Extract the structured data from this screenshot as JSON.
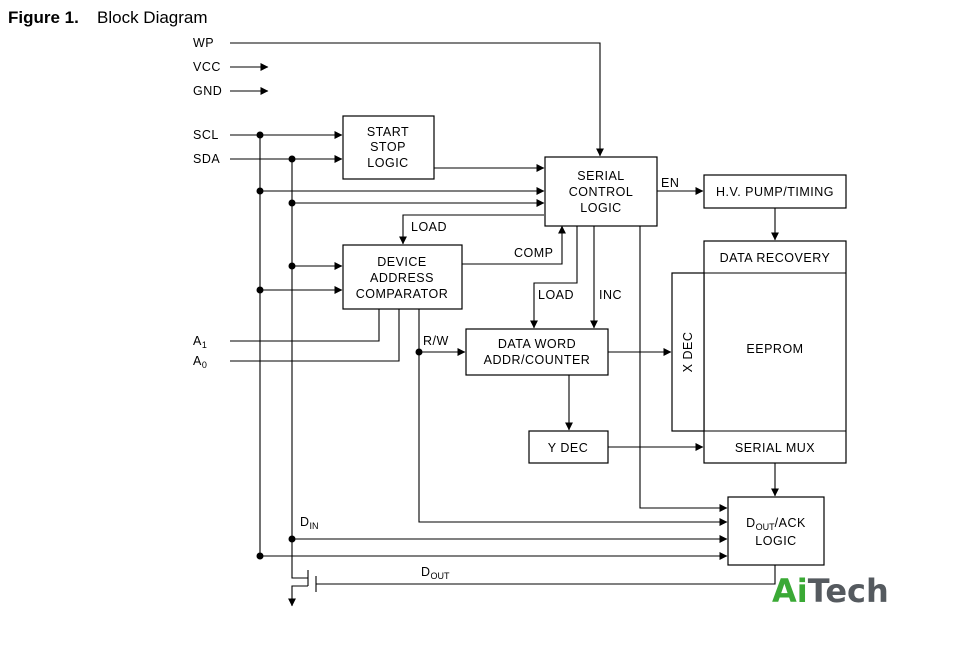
{
  "figure": {
    "number": "Figure 1.",
    "title": "Block Diagram"
  },
  "pins": {
    "wp": "WP",
    "vcc": "VCC",
    "gnd": "GND",
    "scl": "SCL",
    "sda": "SDA",
    "a1_main": "A",
    "a1_sub": "1",
    "a0_main": "A",
    "a0_sub": "0"
  },
  "blocks": {
    "start_stop": [
      "START",
      "STOP",
      "LOGIC"
    ],
    "serial_control": [
      "SERIAL",
      "CONTROL",
      "LOGIC"
    ],
    "hv_pump": "H.V. PUMP/TIMING",
    "device_address": [
      "DEVICE",
      "ADDRESS",
      "COMPARATOR"
    ],
    "data_word": [
      "DATA  WORD",
      "ADDR/COUNTER"
    ],
    "data_recovery": "DATA  RECOVERY",
    "eeprom": "EEPROM",
    "x_dec": "X  DEC",
    "serial_mux": "SERIAL  MUX",
    "y_dec": "Y  DEC",
    "dout_ack": {
      "main": "D",
      "sub": "OUT",
      "rest": "/ACK",
      "line2": "LOGIC"
    }
  },
  "signals": {
    "en": "EN",
    "load_top": "LOAD",
    "comp": "COMP",
    "load_mid": "LOAD",
    "inc": "INC",
    "rw": "R/W",
    "din_main": "D",
    "din_sub": "IN",
    "dout_main": "D",
    "dout_sub": "OUT"
  },
  "logo": {
    "part1": "Ai",
    "part2": "Tech",
    "colors": {
      "part1": "#3aa935",
      "part2": "#555a5f"
    }
  }
}
